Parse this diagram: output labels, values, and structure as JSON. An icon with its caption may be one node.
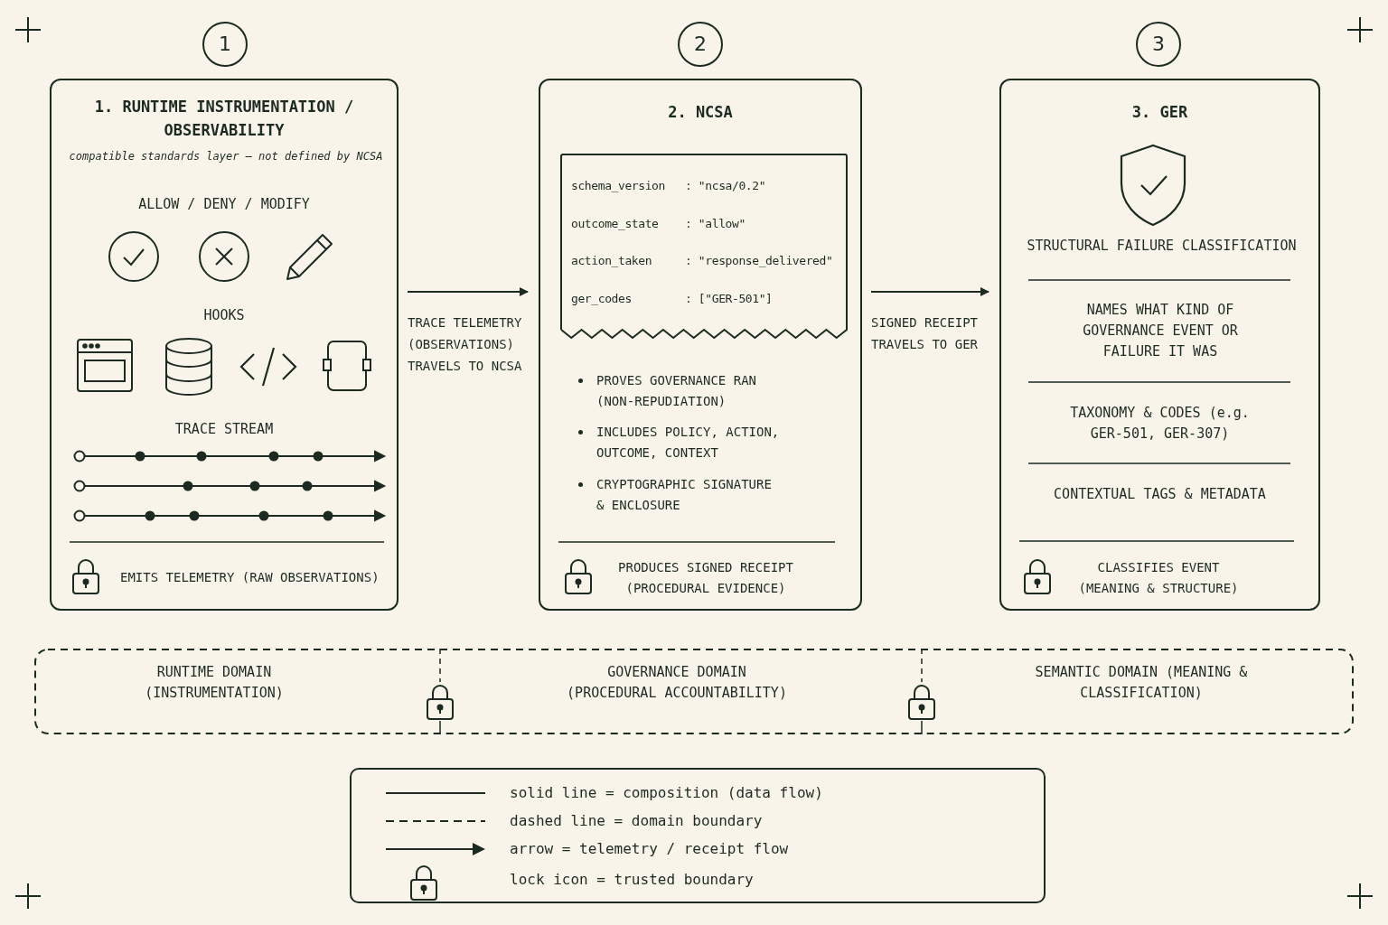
{
  "diagram": {
    "nodes": [
      {
        "text": [
          "1. RUNTIME INSTRUMENTATION / OBSERVABILITY",
          "compatible standards layer – not defined by NCSA",
          "ALLOW / DENY / MODIFY",
          "HOOKS",
          "TRACE STREAM",
          "EMITS TELEMETRY (RAW OBSERVATIONS)"
        ],
        "beside": [
          "1"
        ]
      },
      {
        "text": [
          "2. NCSA",
          "PROVES GOVERNANCE RAN (NON-REPUDIATION)",
          "INCLUDES POLICY, ACTION, OUTCOME, CONTEXT",
          "CRYPTOGRAPHIC SIGNATURE & ENCLOSURE",
          "PRODUCES SIGNED RECEIPT (PROCEDURAL EVIDENCE)"
        ],
        "beside": [
          "2"
        ]
      },
      {
        "text": [
          "schema_version",
          ": \"ncsa/0.2\"",
          "outcome_state",
          ": \"allow\"",
          "action_taken",
          ": \"response_delivered\"",
          "ger_codes",
          ": [\"GER-501\"]"
        ],
        "in": 1
      },
      {
        "text": [
          "3. GER",
          "STRUCTURAL FAILURE CLASSIFICATION",
          "NAMES WHAT KIND OF GOVERNANCE EVENT OR FAILURE IT WAS",
          "TAXONOMY & CODES (e.g. GER-501, GER-307)",
          "CONTEXTUAL TAGS & METADATA",
          "CLASSIFIES EVENT (MEANING & STRUCTURE)"
        ],
        "beside": [
          "3"
        ]
      },
      {
        "text": [],
        "shape": "box"
      },
      {
        "text": [
          "RUNTIME DOMAIN (INSTRUMENTATION)"
        ],
        "in": 4
      },
      {
        "text": [
          "GOVERNANCE DOMAIN (PROCEDURAL ACCOUNTABILITY)"
        ],
        "in": 4
      },
      {
        "text": [
          "SEMANTIC DOMAIN (MEANING & CLASSIFICATION)"
        ],
        "in": 4
      }
    ],
    "edges": [
      {
        "from": 0,
        "to": 1,
        "arrow": "to",
        "label": "TRACE TELEMETRY (OBSERVATIONS) TRAVELS TO NCSA"
      },
      {
        "from": 1,
        "to": 3,
        "arrow": "to",
        "label": "SIGNED RECEIPT TRAVELS TO GER"
      }
    ],
    "legend": [
      {
        "text": "solid line = composition (data flow)"
      },
      {
        "text": "dashed line = domain boundary"
      },
      {
        "text": "arrow = telemetry / receipt flow"
      },
      {
        "text": "lock icon = trusted boundary"
      }
    ]
  }
}
